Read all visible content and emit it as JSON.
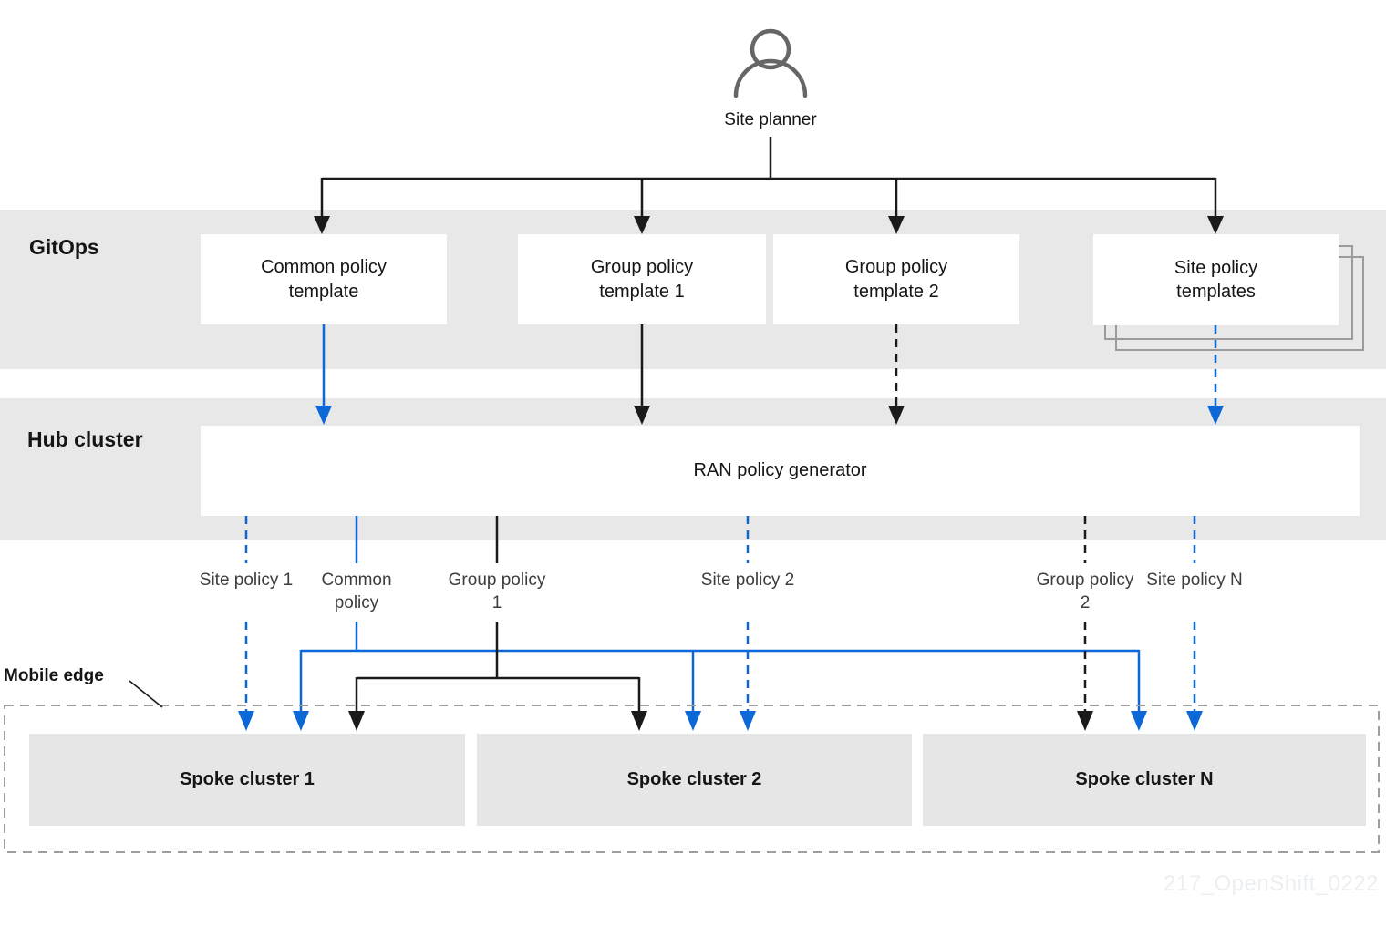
{
  "colors": {
    "blue": "#0b68d6",
    "ink": "#1a1a1a",
    "text": "#151515",
    "label-text": "#3d3d3d",
    "band-bg": "#e8e8e8",
    "spoke-bg": "#e6e6e6",
    "stack-gray": "#9b9b9b",
    "dash-gray": "#9e9e9e",
    "icon-gray": "#666666",
    "watermark": "#eceff2"
  },
  "diagram": {
    "actor": {
      "label": "Site planner"
    },
    "bands": {
      "gitops": "GitOps",
      "hub": "Hub cluster"
    },
    "gitops_boxes": [
      {
        "label": "Common policy template"
      },
      {
        "label": "Group policy template 1"
      },
      {
        "label": "Group policy template 2"
      },
      {
        "label": "Site policy templates"
      }
    ],
    "hub_box": {
      "label": "RAN policy generator"
    },
    "policy_labels": [
      "Site policy 1",
      "Common policy",
      "Group policy 1",
      "Site policy 2",
      "Group policy 2",
      "Site policy N"
    ],
    "mobile_edge": {
      "label": "Mobile edge"
    },
    "spoke_clusters": [
      {
        "label": "Spoke cluster 1"
      },
      {
        "label": "Spoke cluster 2"
      },
      {
        "label": "Spoke cluster N"
      }
    ],
    "watermark": "217_OpenShift_0222"
  }
}
